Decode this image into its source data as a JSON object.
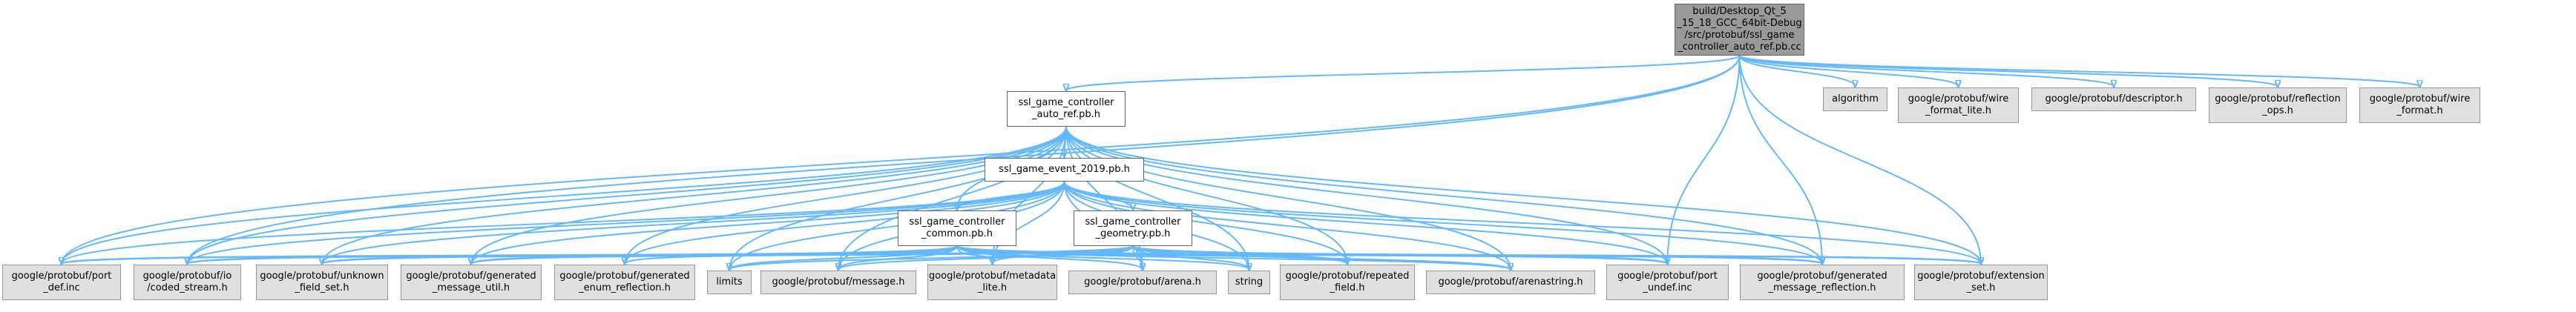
{
  "graph": {
    "nodes": {
      "root": "build/Desktop_Qt_5\n_15_18_GCC_64bit-Debug\n/src/protobuf/ssl_game\n_controller_auto_ref.pb.cc",
      "auto_ref_h": "ssl_game_controller\n_auto_ref.pb.h",
      "event_2019_h": "ssl_game_event_2019.pb.h",
      "common_h": "ssl_game_controller\n_common.pb.h",
      "geometry_h": "ssl_game_controller\n_geometry.pb.h",
      "algorithm": "algorithm",
      "wire_format_lite": "google/protobuf/wire\n_format_lite.h",
      "descriptor": "google/protobuf/descriptor.h",
      "reflection_ops": "google/protobuf/reflection\n_ops.h",
      "wire_format": "google/protobuf/wire\n_format.h",
      "port_def": "google/protobuf/port\n_def.inc",
      "coded_stream": "google/protobuf/io\n/coded_stream.h",
      "unknown_field_set": "google/protobuf/unknown\n_field_set.h",
      "message_util": "google/protobuf/generated\n_message_util.h",
      "enum_reflection": "google/protobuf/generated\n_enum_reflection.h",
      "limits": "limits",
      "message": "google/protobuf/message.h",
      "metadata_lite": "google/protobuf/metadata\n_lite.h",
      "arena": "google/protobuf/arena.h",
      "string": "string",
      "repeated_field": "google/protobuf/repeated\n_field.h",
      "arenastring": "google/protobuf/arenastring.h",
      "port_undef": "google/protobuf/port\n_undef.inc",
      "message_reflection": "google/protobuf/generated\n_message_reflection.h",
      "extension_set": "google/protobuf/extension\n_set.h"
    },
    "edges": [
      [
        "root",
        "auto_ref_h"
      ],
      [
        "root",
        "algorithm"
      ],
      [
        "root",
        "wire_format_lite"
      ],
      [
        "root",
        "descriptor"
      ],
      [
        "root",
        "reflection_ops"
      ],
      [
        "root",
        "wire_format"
      ],
      [
        "root",
        "port_def"
      ],
      [
        "root",
        "coded_stream"
      ],
      [
        "root",
        "port_undef"
      ],
      [
        "root",
        "message_reflection"
      ],
      [
        "root",
        "extension_set"
      ],
      [
        "auto_ref_h",
        "event_2019_h"
      ],
      [
        "auto_ref_h",
        "common_h"
      ],
      [
        "auto_ref_h",
        "port_def"
      ],
      [
        "auto_ref_h",
        "coded_stream"
      ],
      [
        "auto_ref_h",
        "unknown_field_set"
      ],
      [
        "auto_ref_h",
        "message_util"
      ],
      [
        "auto_ref_h",
        "enum_reflection"
      ],
      [
        "auto_ref_h",
        "limits"
      ],
      [
        "auto_ref_h",
        "message"
      ],
      [
        "auto_ref_h",
        "metadata_lite"
      ],
      [
        "auto_ref_h",
        "arena"
      ],
      [
        "auto_ref_h",
        "string"
      ],
      [
        "auto_ref_h",
        "repeated_field"
      ],
      [
        "auto_ref_h",
        "arenastring"
      ],
      [
        "auto_ref_h",
        "port_undef"
      ],
      [
        "auto_ref_h",
        "message_reflection"
      ],
      [
        "auto_ref_h",
        "extension_set"
      ],
      [
        "event_2019_h",
        "common_h"
      ],
      [
        "event_2019_h",
        "geometry_h"
      ],
      [
        "event_2019_h",
        "port_def"
      ],
      [
        "event_2019_h",
        "coded_stream"
      ],
      [
        "event_2019_h",
        "unknown_field_set"
      ],
      [
        "event_2019_h",
        "message_util"
      ],
      [
        "event_2019_h",
        "enum_reflection"
      ],
      [
        "event_2019_h",
        "limits"
      ],
      [
        "event_2019_h",
        "message"
      ],
      [
        "event_2019_h",
        "metadata_lite"
      ],
      [
        "event_2019_h",
        "arena"
      ],
      [
        "event_2019_h",
        "string"
      ],
      [
        "event_2019_h",
        "repeated_field"
      ],
      [
        "event_2019_h",
        "arenastring"
      ],
      [
        "event_2019_h",
        "port_undef"
      ],
      [
        "event_2019_h",
        "message_reflection"
      ],
      [
        "event_2019_h",
        "extension_set"
      ],
      [
        "common_h",
        "port_def"
      ],
      [
        "common_h",
        "coded_stream"
      ],
      [
        "common_h",
        "unknown_field_set"
      ],
      [
        "common_h",
        "message_util"
      ],
      [
        "common_h",
        "enum_reflection"
      ],
      [
        "common_h",
        "limits"
      ],
      [
        "common_h",
        "message"
      ],
      [
        "common_h",
        "metadata_lite"
      ],
      [
        "common_h",
        "arena"
      ],
      [
        "common_h",
        "string"
      ],
      [
        "common_h",
        "repeated_field"
      ],
      [
        "common_h",
        "arenastring"
      ],
      [
        "common_h",
        "port_undef"
      ],
      [
        "common_h",
        "message_reflection"
      ],
      [
        "common_h",
        "extension_set"
      ],
      [
        "geometry_h",
        "port_def"
      ],
      [
        "geometry_h",
        "coded_stream"
      ],
      [
        "geometry_h",
        "unknown_field_set"
      ],
      [
        "geometry_h",
        "message_util"
      ],
      [
        "geometry_h",
        "limits"
      ],
      [
        "geometry_h",
        "message"
      ],
      [
        "geometry_h",
        "metadata_lite"
      ],
      [
        "geometry_h",
        "arena"
      ],
      [
        "geometry_h",
        "string"
      ],
      [
        "geometry_h",
        "repeated_field"
      ],
      [
        "geometry_h",
        "arenastring"
      ],
      [
        "geometry_h",
        "port_undef"
      ],
      [
        "geometry_h",
        "message_reflection"
      ],
      [
        "geometry_h",
        "extension_set"
      ]
    ],
    "colors": {
      "edge": "#63b8ff",
      "node_fill": "#e0e0e0",
      "node_border": "#999999",
      "root_fill": "#999999"
    }
  }
}
